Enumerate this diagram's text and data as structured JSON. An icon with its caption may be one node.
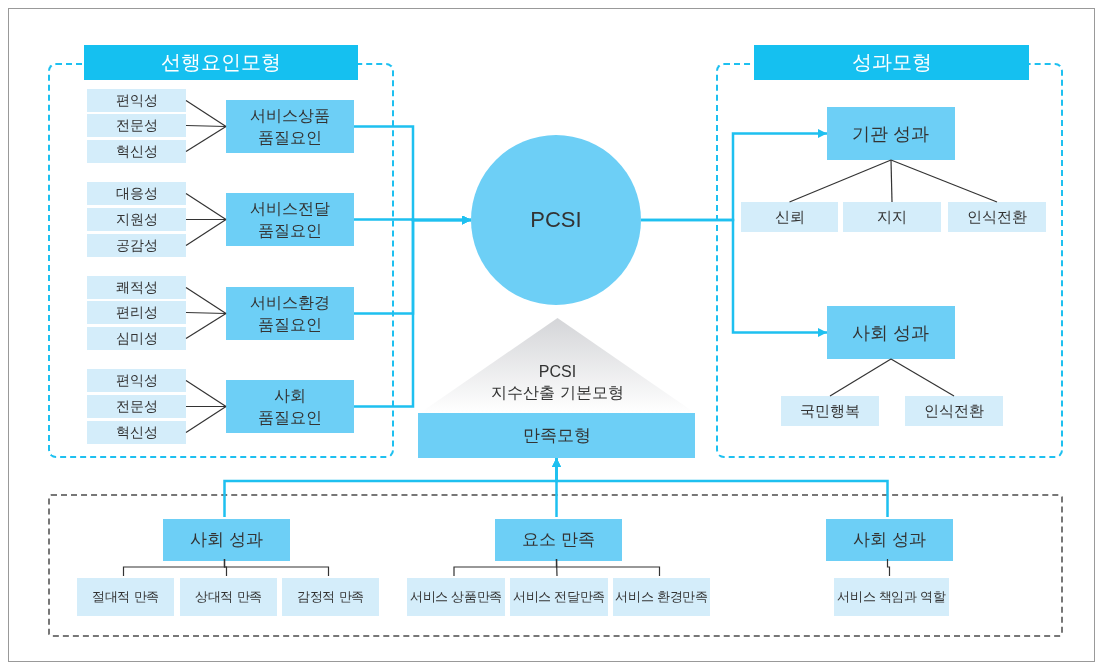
{
  "diagram": {
    "nodes": [
      {
        "text": [
          "선행요인모형"
        ]
      },
      {
        "text": [
          "편익성"
        ],
        "in": 0
      },
      {
        "text": [
          "전문성"
        ],
        "in": 0
      },
      {
        "text": [
          "혁신성"
        ],
        "in": 0
      },
      {
        "text": [
          "서비스상품 품질요인"
        ],
        "in": 0
      },
      {
        "text": [
          "대응성"
        ],
        "in": 0
      },
      {
        "text": [
          "지원성"
        ],
        "in": 0
      },
      {
        "text": [
          "공감성"
        ],
        "in": 0
      },
      {
        "text": [
          "서비스전달 품질요인"
        ],
        "in": 0
      },
      {
        "text": [
          "쾌적성"
        ],
        "in": 0
      },
      {
        "text": [
          "편리성"
        ],
        "in": 0
      },
      {
        "text": [
          "심미성"
        ],
        "in": 0
      },
      {
        "text": [
          "서비스환경 품질요인"
        ],
        "in": 0
      },
      {
        "text": [
          "편익성"
        ],
        "in": 0
      },
      {
        "text": [
          "전문성"
        ],
        "in": 0
      },
      {
        "text": [
          "혁신성"
        ],
        "in": 0
      },
      {
        "text": [
          "사회 품질요인"
        ],
        "in": 0
      },
      {
        "text": [
          "PCSI"
        ]
      },
      {
        "text": [
          "PCSI",
          "지수산출 기본모형"
        ]
      },
      {
        "text": [
          "만족모형"
        ]
      },
      {
        "text": [
          "성과모형"
        ]
      },
      {
        "text": [
          "기관 성과"
        ],
        "in": 20
      },
      {
        "text": [
          "신뢰"
        ],
        "in": 20
      },
      {
        "text": [
          "지지"
        ],
        "in": 20
      },
      {
        "text": [
          "인식전환"
        ],
        "in": 20
      },
      {
        "text": [
          "사회 성과"
        ],
        "in": 20
      },
      {
        "text": [
          "국민행복"
        ],
        "in": 20
      },
      {
        "text": [
          "인식전환"
        ],
        "in": 20
      },
      {
        "text": [],
        "shape": "box"
      },
      {
        "text": [
          "사회 성과"
        ],
        "in": 28
      },
      {
        "text": [
          "절대적 만족"
        ],
        "in": 28
      },
      {
        "text": [
          "상대적 만족"
        ],
        "in": 28
      },
      {
        "text": [
          "감정적 만족"
        ],
        "in": 28
      },
      {
        "text": [
          "요소 만족"
        ],
        "in": 28
      },
      {
        "text": [
          "서비스 상품만족"
        ],
        "in": 28
      },
      {
        "text": [
          "서비스 전달만족"
        ],
        "in": 28
      },
      {
        "text": [
          "서비스 환경만족"
        ],
        "in": 28
      },
      {
        "text": [
          "사회 성과"
        ],
        "in": 28
      },
      {
        "text": [
          "서비스 책임과 역할"
        ],
        "in": 28
      }
    ],
    "edges": [
      {
        "from": 1,
        "to": 4,
        "arrow": "none"
      },
      {
        "from": 2,
        "to": 4,
        "arrow": "none"
      },
      {
        "from": 3,
        "to": 4,
        "arrow": "none"
      },
      {
        "from": 5,
        "to": 8,
        "arrow": "none"
      },
      {
        "from": 6,
        "to": 8,
        "arrow": "none"
      },
      {
        "from": 7,
        "to": 8,
        "arrow": "none"
      },
      {
        "from": 9,
        "to": 12,
        "arrow": "none"
      },
      {
        "from": 10,
        "to": 12,
        "arrow": "none"
      },
      {
        "from": 11,
        "to": 12,
        "arrow": "none"
      },
      {
        "from": 13,
        "to": 16,
        "arrow": "none"
      },
      {
        "from": 14,
        "to": 16,
        "arrow": "none"
      },
      {
        "from": 15,
        "to": 16,
        "arrow": "none"
      },
      {
        "from": 4,
        "to": 17,
        "arrow": "to",
        "color": "#1ec0f0"
      },
      {
        "from": 8,
        "to": 17,
        "arrow": "to",
        "color": "#1ec0f0"
      },
      {
        "from": 12,
        "to": 17,
        "arrow": "to",
        "color": "#1ec0f0"
      },
      {
        "from": 16,
        "to": 17,
        "arrow": "to",
        "color": "#1ec0f0"
      },
      {
        "from": 17,
        "to": 21,
        "arrow": "to",
        "color": "#1ec0f0"
      },
      {
        "from": 17,
        "to": 25,
        "arrow": "to",
        "color": "#1ec0f0"
      },
      {
        "from": 21,
        "to": 22,
        "arrow": "none"
      },
      {
        "from": 21,
        "to": 23,
        "arrow": "none"
      },
      {
        "from": 21,
        "to": 24,
        "arrow": "none"
      },
      {
        "from": 25,
        "to": 26,
        "arrow": "none"
      },
      {
        "from": 25,
        "to": 27,
        "arrow": "none"
      },
      {
        "from": 29,
        "to": 19,
        "arrow": "to",
        "color": "#1ec0f0"
      },
      {
        "from": 33,
        "to": 19,
        "arrow": "to",
        "color": "#1ec0f0"
      },
      {
        "from": 37,
        "to": 19,
        "arrow": "to",
        "color": "#1ec0f0"
      },
      {
        "from": 29,
        "to": 30,
        "arrow": "none"
      },
      {
        "from": 29,
        "to": 31,
        "arrow": "none"
      },
      {
        "from": 29,
        "to": 32,
        "arrow": "none"
      },
      {
        "from": 33,
        "to": 34,
        "arrow": "none"
      },
      {
        "from": 33,
        "to": 35,
        "arrow": "none"
      },
      {
        "from": 33,
        "to": 36,
        "arrow": "none"
      },
      {
        "from": 37,
        "to": 38,
        "arrow": "none"
      }
    ]
  }
}
